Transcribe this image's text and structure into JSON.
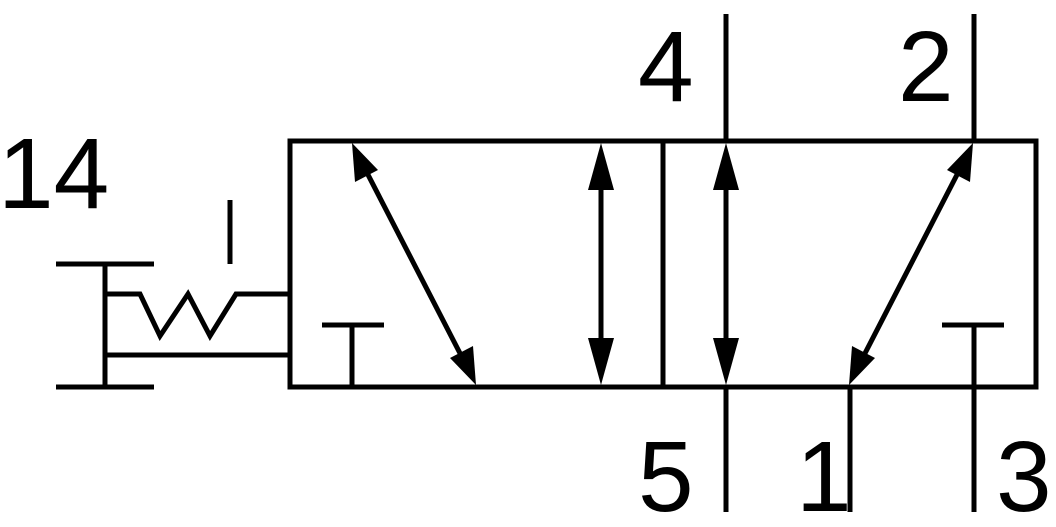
{
  "labels": {
    "port_14": "14",
    "port_4": "4",
    "port_2": "2",
    "port_5": "5",
    "port_1": "1",
    "port_3": "3"
  },
  "colors": {
    "line": "#000000",
    "background": "#ffffff"
  }
}
